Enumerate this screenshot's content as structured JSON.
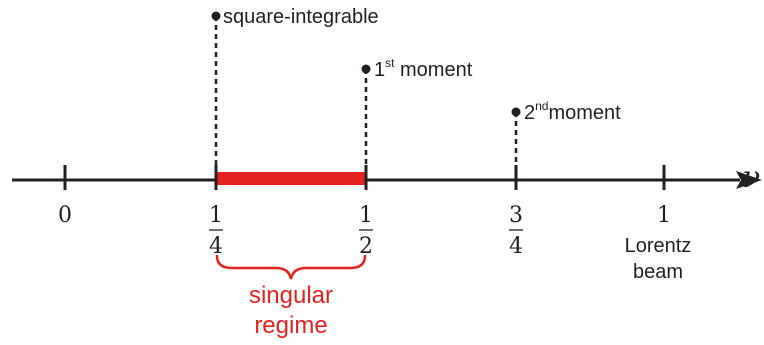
{
  "axis": {
    "variable": "ν",
    "ticks": [
      {
        "label": "0"
      },
      {
        "numerator": "1",
        "denominator": "4"
      },
      {
        "numerator": "1",
        "denominator": "2"
      },
      {
        "numerator": "3",
        "denominator": "4"
      },
      {
        "label": "1",
        "caption_line1": "Lorentz",
        "caption_line2": "beam"
      }
    ]
  },
  "markers": {
    "square_integrable": "square-integrable",
    "first_moment": {
      "base": "1",
      "sup": "st",
      "text": " moment"
    },
    "second_moment": {
      "base": "2",
      "sup": "nd",
      "text": "moment"
    }
  },
  "regime": {
    "line1": "singular",
    "line2": "regime"
  },
  "colors": {
    "axis": "#231f20",
    "singular": "#e3231f"
  }
}
